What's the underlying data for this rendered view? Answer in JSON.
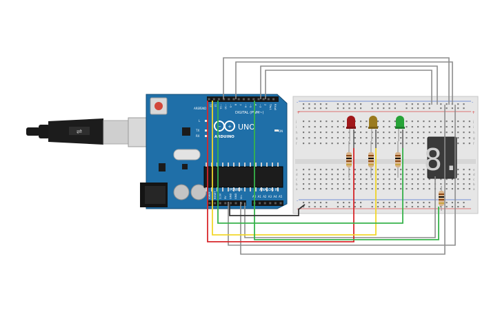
{
  "board": {
    "brand": "ARDUINO",
    "model": "UNO",
    "digital_label": "DIGITAL (PWM~)",
    "power_label": "POWER",
    "analog_label": "ANALOG IN",
    "aref": "AREF",
    "gnd": "GND",
    "tx": "TX",
    "rx": "RX",
    "l": "L",
    "on": "ON",
    "digital_pins": [
      "13",
      "12",
      "~11",
      "~10",
      "~9",
      "8",
      "7",
      "~6",
      "~5",
      "4",
      "~3",
      "2",
      "TX▸1",
      "RX◂0"
    ],
    "power_pins": [
      "IOREF",
      "RESET",
      "3.3V",
      "5V",
      "GND",
      "GND",
      "Vin"
    ],
    "analog_pins": [
      "A0",
      "A1",
      "A2",
      "A3",
      "A4",
      "A5"
    ]
  },
  "breadboard": {
    "rail_plus": "+",
    "rail_minus": "-",
    "row_letters_top": [
      "j",
      "i",
      "h",
      "g",
      "f"
    ],
    "row_letters_bottom": [
      "e",
      "d",
      "c",
      "b",
      "a"
    ]
  },
  "display": {
    "digit": "8."
  },
  "colors": {
    "board": "#1f6fa8",
    "red_led": "#a0171a",
    "yellow_led": "#9a7a1e",
    "green_led": "#27a338",
    "wire_red": "#d8262a",
    "wire_yellow": "#f2d72a",
    "wire_green": "#36b34a",
    "wire_gray": "#8c8c8c",
    "wire_black": "#333333"
  }
}
